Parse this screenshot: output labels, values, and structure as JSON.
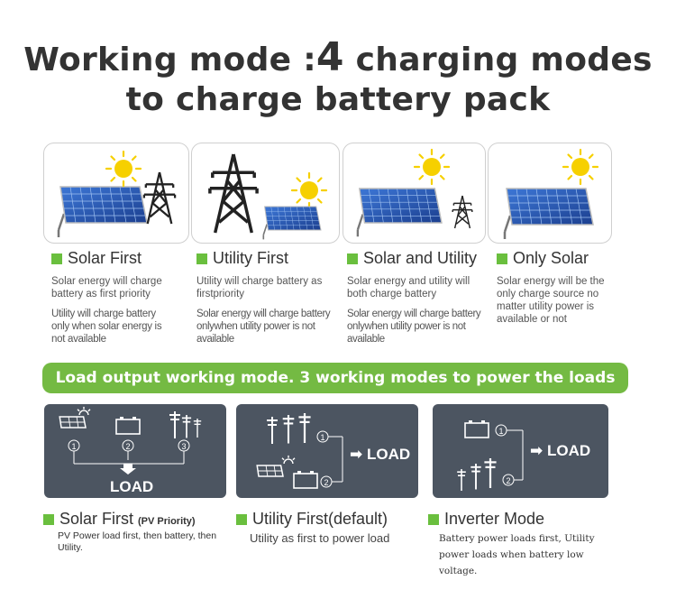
{
  "title": {
    "line1_a": "Working mode :",
    "line1_num": "4",
    "line1_b": " charging modes",
    "line2": "to charge battery pack"
  },
  "charging_modes": [
    {
      "label": "Solar First",
      "desc1": "Solar energy will charge battery as first priority",
      "desc2": "Utility will charge battery only when solar energy is not available"
    },
    {
      "label": "Utility First",
      "desc1": "Utility will charge battery as firstpriority",
      "desc2": "Solar energy will charge battery onlywhen utility power is not available"
    },
    {
      "label": "Solar and Utility",
      "desc1": "Solar energy and utility will both charge battery",
      "desc2": "Solar energy will charge battery onlywhen utility power is not available"
    },
    {
      "label": "Only Solar",
      "desc1": "Solar energy will be the only charge source no matter utility power is available or not"
    }
  ],
  "banner": "Load output working mode. 3 working modes to power  the loads",
  "load_panels": {
    "load_label": "LOAD",
    "arrow": "➡",
    "num1": "1",
    "num2": "2",
    "num3": "3"
  },
  "load_modes": [
    {
      "label": "Solar First",
      "sub": "(PV Priority)",
      "desc": "PV Power load first, then battery, then Utility."
    },
    {
      "label": "Utility First(default)",
      "desc": "Utility as first to power load"
    },
    {
      "label": "Inverter Mode",
      "desc": "Battery power loads first, Utility  power loads when battery low voltage."
    }
  ],
  "colors": {
    "accent_green": "#74ba43",
    "square_green": "#6abf3e",
    "panel_gray": "#4c5561",
    "sun_yellow": "#f6d000",
    "solar_blue": "#2a5fbf"
  },
  "icons": [
    "solar-panel-icon",
    "sun-icon",
    "power-tower-icon",
    "battery-icon",
    "utility-pole-icon",
    "arrow-down-icon",
    "arrow-right-icon"
  ]
}
